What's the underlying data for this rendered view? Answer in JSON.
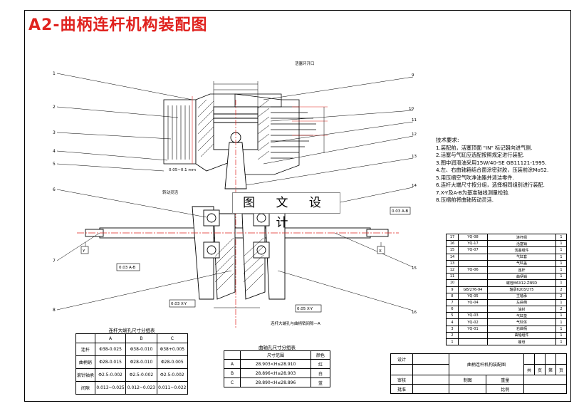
{
  "title": "A2-曲柄连杆机构装配图",
  "watermark": "图 文 设 计",
  "tech_notes": {
    "heading": "技术要求:",
    "items": [
      "1.装配前，活塞顶面 \"IN\" 标记朝向进气侧.",
      "2.活塞与气缸应选配按照规定进行装配.",
      "3.图中润滑油采用15W/40-SE GB11121-1995.",
      "4.左、右曲轴箱结合面涂密封胶，压装前涂MoS2.",
      "5.用压缩空气吹净油路并清洁零件.",
      "6.连杆大端尺寸按分组，选择相同组别进行装配.",
      "7.X-Y及A-B为基准轴线测量检验.",
      "8.压缩前将曲轴转动灵活."
    ]
  },
  "table_left": {
    "caption": "连杆大端孔尺寸分组表",
    "headers": [
      "",
      "A",
      "B",
      "C"
    ],
    "rows": [
      [
        "连杆",
        "Φ38-0.025",
        "Φ38-0.010",
        "Φ38+0.005"
      ],
      [
        "曲柄销",
        "Φ28-0.015",
        "Φ28-0.010",
        "Φ28-0.005"
      ],
      [
        "滚针轴承",
        "Φ2.5-0.002",
        "Φ2.5-0.002",
        "Φ2.5-0.002"
      ],
      [
        "间隙",
        "0.013~0.025",
        "0.012~0.023",
        "0.011~0.022"
      ]
    ]
  },
  "table_right": {
    "caption": "曲轴孔尺寸分组表",
    "headers": [
      "",
      "尺寸范围",
      "颜色"
    ],
    "rows": [
      [
        "A",
        "28.903<H≤28.910",
        "红"
      ],
      [
        "B",
        "28.896<H≤28.903",
        "白"
      ],
      [
        "C",
        "28.890<H≤28.896",
        "蓝"
      ]
    ]
  },
  "bom": [
    [
      "17",
      "YQ-08",
      "连杆组",
      "1"
    ],
    [
      "16",
      "YQ-17",
      "活塞销",
      "1"
    ],
    [
      "15",
      "YQ-07",
      "活塞组件",
      "1"
    ],
    [
      "14",
      "",
      "气缸套",
      "1"
    ],
    [
      "13",
      "",
      "气缸盖",
      "1"
    ],
    [
      "12",
      "YQ-06",
      "连杆",
      "1"
    ],
    [
      "11",
      "",
      "曲柄销",
      "1"
    ],
    [
      "10",
      "",
      "螺栓M6X12-ZN5D",
      "1"
    ],
    [
      "9",
      "GB/276-94",
      "轴承6203/275",
      "2"
    ],
    [
      "8",
      "YQ-05",
      "主轴承",
      "2"
    ],
    [
      "7",
      "YQ-04",
      "左曲柄",
      "1"
    ],
    [
      "6",
      "",
      "油封",
      "2"
    ],
    [
      "5",
      "YQ-03",
      "气缸垫",
      "1"
    ],
    [
      "4",
      "YQ-02",
      "气缸体",
      "1"
    ],
    [
      "3",
      "YQ-01",
      "右曲柄",
      "1"
    ],
    [
      "2",
      "",
      "曲轴组件",
      "1"
    ],
    [
      "1",
      "",
      "螺母",
      "1"
    ]
  ],
  "title_block": {
    "drawing_name": "曲柄连杆机构装配图",
    "row_labels": [
      "设计",
      "审核",
      "批准"
    ],
    "cells": [
      "共",
      "页",
      "第",
      "页"
    ],
    "bottom": [
      "制图",
      "重量",
      "比例"
    ]
  },
  "labels": {
    "left_numbers": [
      "1",
      "2",
      "3",
      "4",
      "5",
      "6",
      "7",
      "8"
    ],
    "right_numbers": [
      "9",
      "10",
      "11",
      "12",
      "13",
      "14",
      "15",
      "16"
    ],
    "axis_x": "X",
    "axis_y": "Y",
    "gd_tol_1": "0.03 A-B",
    "gd_tol_2": "0.03 A-B",
    "gd_tol_3": "0.03 X-Y",
    "gd_tol_4": "0.05 X-Y",
    "note_bottom": "连杆大端孔与曲柄销间隙—A",
    "annot_top": "活塞环开口",
    "annot_mid": "0.05~0.1 mm",
    "annot_left": "转动灵活"
  }
}
